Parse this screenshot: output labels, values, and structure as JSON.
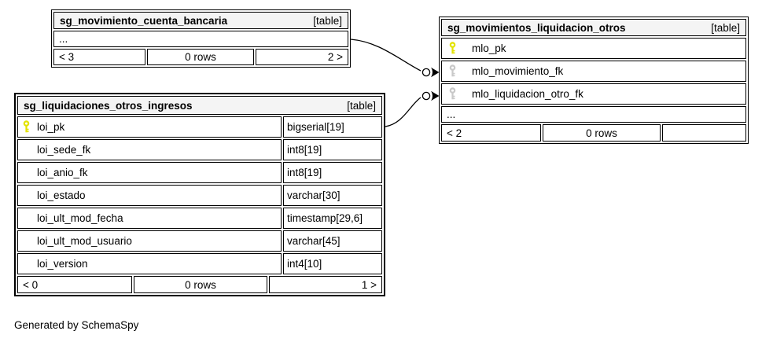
{
  "diagram": {
    "generator_note": "Generated by SchemaSpy"
  },
  "colors": {
    "primary_key": "#e3e300",
    "foreign_key": "#c9c9c9",
    "header_bg": "#f4f4f4",
    "line": "#000000"
  },
  "tables": [
    {
      "name": "sg_movimiento_cuenta_bancaria",
      "badge": "[table]",
      "ellipsis": "...",
      "footer": {
        "left": "< 3",
        "center": "0 rows",
        "right": "2 >"
      }
    },
    {
      "name": "sg_movimientos_liquidacion_otros",
      "badge": "[table]",
      "columns": [
        {
          "name": "mlo_pk",
          "key": "primary"
        },
        {
          "name": "mlo_movimiento_fk",
          "key": "foreign"
        },
        {
          "name": "mlo_liquidacion_otro_fk",
          "key": "foreign"
        }
      ],
      "ellipsis": "...",
      "footer": {
        "left": "< 2",
        "center": "0 rows",
        "right": ""
      }
    },
    {
      "name": "sg_liquidaciones_otros_ingresos",
      "badge": "[table]",
      "columns": [
        {
          "name": "loi_pk",
          "type": "bigserial[19]",
          "key": "primary"
        },
        {
          "name": "loi_sede_fk",
          "type": "int8[19]",
          "key": "none"
        },
        {
          "name": "loi_anio_fk",
          "type": "int8[19]",
          "key": "none"
        },
        {
          "name": "loi_estado",
          "type": "varchar[30]",
          "key": "none"
        },
        {
          "name": "loi_ult_mod_fecha",
          "type": "timestamp[29,6]",
          "key": "none"
        },
        {
          "name": "loi_ult_mod_usuario",
          "type": "varchar[45]",
          "key": "none"
        },
        {
          "name": "loi_version",
          "type": "int4[10]",
          "key": "none"
        }
      ],
      "footer": {
        "left": "< 0",
        "center": "0 rows",
        "right": "1 >"
      }
    }
  ]
}
